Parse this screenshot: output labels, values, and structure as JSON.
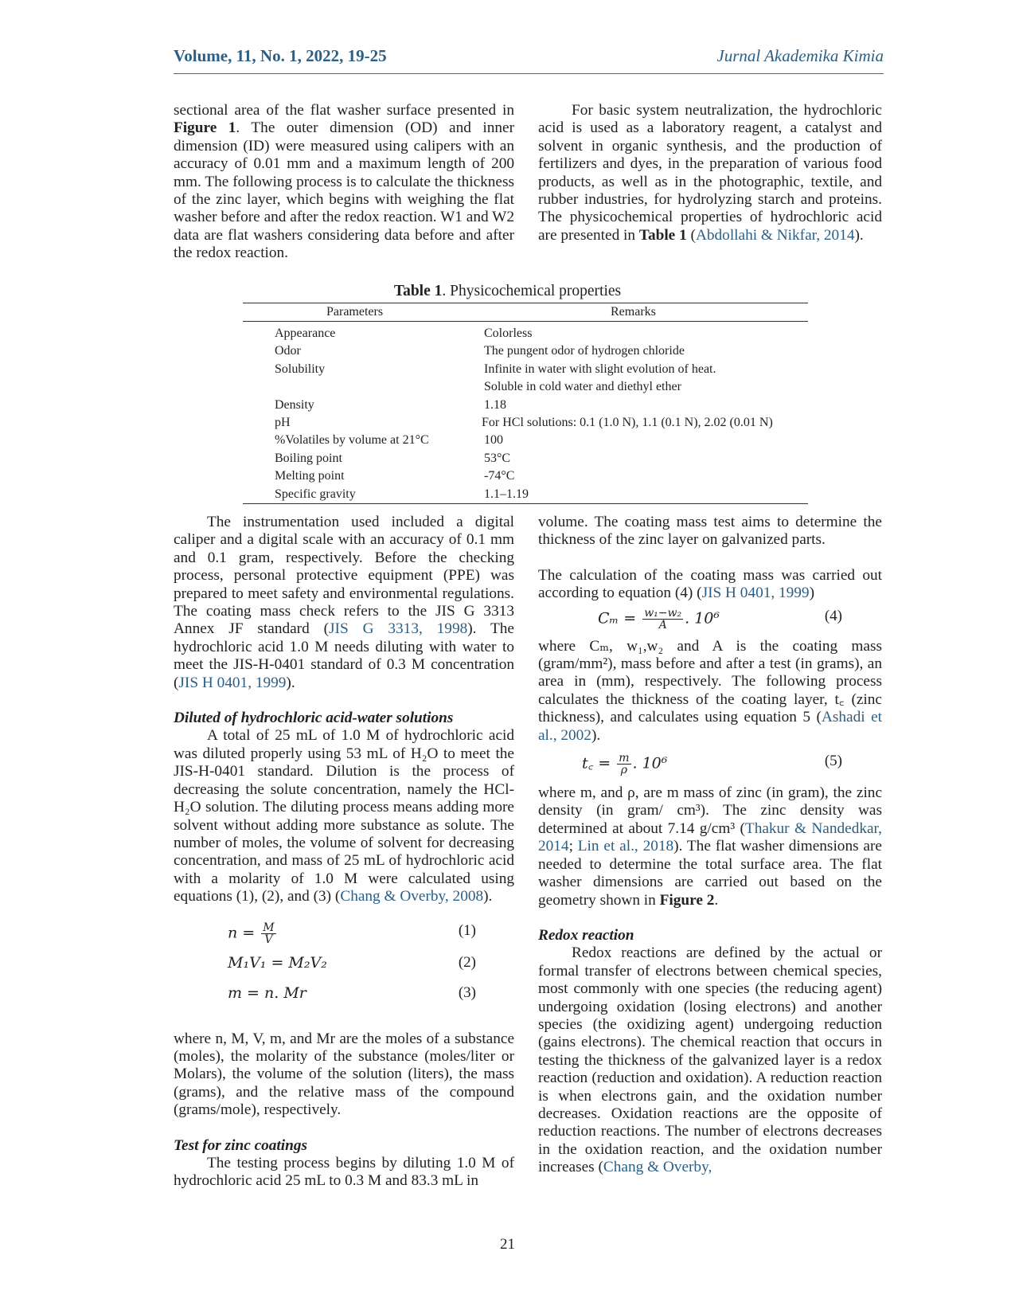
{
  "header": {
    "volume": "Volume, 11, No. 1, 2022, 19-25",
    "journal": "Jurnal Akademika Kimia"
  },
  "top_left": {
    "pre": "sectional area of the flat washer surface presented in ",
    "fig": "Figure 1",
    "post": ". The outer dimension (OD) and inner dimension (ID) were measured using calipers with an accuracy of 0.01 mm and a maximum length of 200 mm. The following process is to calculate the thickness of the zinc layer, which begins with weighing the flat washer before and after the redox reaction. W1 and W2 data are flat washers considering data before and after the redox reaction."
  },
  "top_right": {
    "pre": "For basic system neutralization, the hydrochloric acid is used as a laboratory reagent, a catalyst and solvent in organic synthesis, and the production of fertilizers and dyes, in the preparation of various food products, as well as in the photographic, textile, and rubber industries, for hydrolyzing starch and proteins. The physicochemical properties of hydrochloric acid are presented in ",
    "table_ref": "Table 1",
    "open": " (",
    "cite": "Abdollahi & Nikfar, 2014",
    "close": ")."
  },
  "table": {
    "caption_label": "Table 1",
    "caption_text": ". Physicochemical properties",
    "headers": [
      "Parameters",
      "Remarks"
    ],
    "rows": [
      [
        "Appearance",
        "Colorless"
      ],
      [
        "Odor",
        "The pungent odor of hydrogen chloride"
      ],
      [
        "Solubility",
        "Infinite in water with slight evolution of heat."
      ],
      [
        "",
        "Soluble in cold water and diethyl ether"
      ],
      [
        "Density",
        "1.18"
      ],
      [
        "pH",
        "For HCl solutions: 0.1 (1.0 N), 1.1 (0.1 N), 2.02 (0.01 N)"
      ],
      [
        "%Volatiles by volume at 21°C",
        "100"
      ],
      [
        "Boiling point",
        "53°C"
      ],
      [
        "Melting point",
        "-74°C"
      ],
      [
        "Specific gravity",
        "1.1–1.19"
      ]
    ]
  },
  "left_col": {
    "p1_pre": "The instrumentation used included a digital caliper and a digital scale with an accuracy of 0.1 mm and 0.1 gram, respectively. Before the checking process, personal protective equipment (PPE) was prepared to meet safety and environmental regulations. The coating mass check refers to the JIS G 3313 Annex JF standard (",
    "p1_cite1": "JIS G 3313, 1998",
    "p1_mid": "). The hydrochloric acid 1.0 M needs diluting with water to meet the JIS-H-0401 standard of 0.3 M concentration (",
    "p1_cite2": "JIS H 0401, 1999",
    "p1_end": ").",
    "subhead1": "Diluted of hydrochloric acid-water solutions",
    "p2_pre": "A total of 25 mL of 1.0 M of hydrochloric acid was diluted properly using 53 mL of H₂O to meet the JIS-H-0401 standard. Dilution is the process of decreasing the solute concentration, namely the HCl-H₂O solution. The diluting process means adding more solvent without adding more substance as solute. The number of moles, the volume of solvent for decreasing concentration, and mass of 25 mL of hydrochloric acid with a molarity of 1.0 M were calculated using equations (1), (2), and (3) (",
    "p2_cite": "Chang & Overby, 2008",
    "p2_end": ").",
    "eq1_lhs": "n = ",
    "eq1_num": "M",
    "eq1_den": "V",
    "eq1_no": "(1)",
    "eq2": "M₁V₁ = M₂V₂",
    "eq2_no": "(2)",
    "eq3": "m = n. Mr",
    "eq3_no": "(3)",
    "p3": "where n, M, V, m, and Mr are the moles of a substance (moles), the molarity of the substance (moles/liter or Molars), the volume of the solution (liters), the mass (grams), and the relative mass of the compound (grams/mole), respectively.",
    "subhead2": "Test for zinc coatings",
    "p4": "The testing process begins by diluting 1.0 M of hydrochloric acid 25 mL to 0.3 M and 83.3 mL in"
  },
  "right_col": {
    "p1": "volume. The coating mass test aims to determine the thickness of the zinc layer on galvanized parts.",
    "p2_pre": "The calculation of the coating mass was carried out according to equation (4) (",
    "p2_cite": "JIS H 0401, 1999",
    "p2_end": ")",
    "eq4_lhs": "Cₘ = ",
    "eq4_num": "w₁−w₂",
    "eq4_den": "A",
    "eq4_rhs": ". 10⁶",
    "eq4_no": "(4)",
    "p3_pre": "where Cₘ, w₁,w₂ and A is the coating mass (gram/mm²), mass before and after a test (in grams), an area in (mm), respectively. The following process calculates the thickness of the coating layer, t꜀ (zinc thickness), and calculates using equation 5 (",
    "p3_cite": "Ashadi et al., 2002",
    "p3_end": ").",
    "eq5_lhs": "t꜀ = ",
    "eq5_num": "m",
    "eq5_den": "ρ",
    "eq5_rhs": ". 10⁶",
    "eq5_no": "(5)",
    "p4_pre": "where m, and ρ, are m mass of zinc (in gram), the zinc density (in gram/ cm³). The zinc density was determined at about 7.14 g/cm³ (",
    "p4_cite1": "Thakur & Nandedkar, 2014",
    "p4_sep": "; ",
    "p4_cite2": "Lin et al., 2018",
    "p4_mid": "). The flat washer dimensions are needed to determine the total surface area. The flat washer dimensions are carried out based on the geometry shown in ",
    "p4_fig": "Figure 2",
    "p4_end": ".",
    "subhead": "Redox reaction",
    "p5_pre": "Redox reactions are defined by the actual or formal transfer of electrons between chemical species, most commonly with one species (the reducing agent) undergoing oxidation (losing electrons) and another species (the oxidizing agent) undergoing reduction (gains electrons). The chemical reaction that occurs in testing the thickness of the galvanized layer is a redox reaction (reduction and oxidation). A reduction reaction is when electrons gain, and the oxidation number decreases. Oxidation reactions are the opposite of reduction reactions. The number of electrons decreases in the oxidation reaction, and the oxidation number increases (",
    "p5_cite": "Chang & Overby,"
  },
  "page_number": "21"
}
